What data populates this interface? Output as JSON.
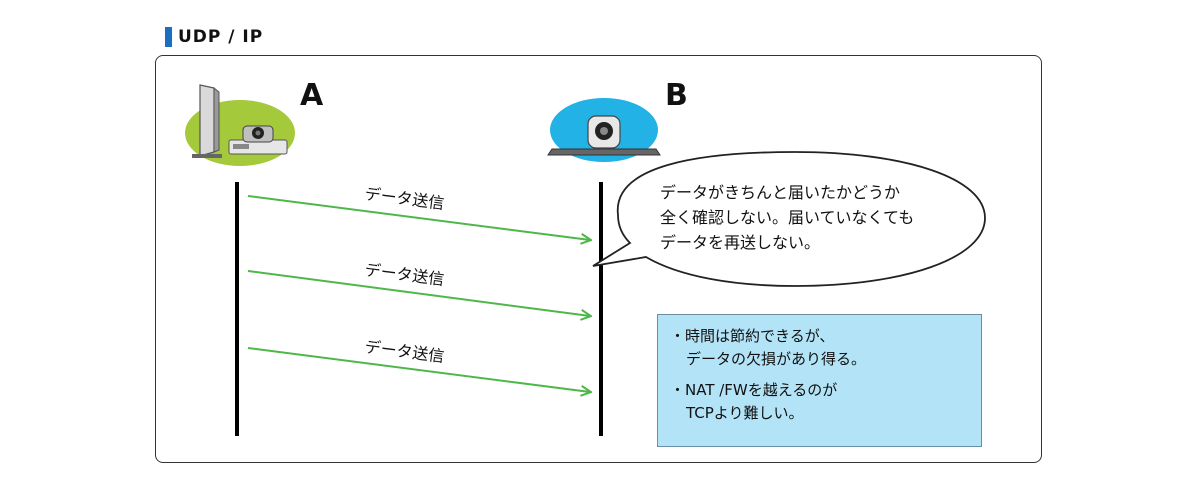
{
  "section_title": "UDP / IP",
  "nodes": {
    "a_label": "A",
    "b_label": "B"
  },
  "messages": [
    {
      "label": "データ送信"
    },
    {
      "label": "データ送信"
    },
    {
      "label": "データ送信"
    }
  ],
  "bubble": {
    "lines": [
      "データがきちんと届いたかどうか",
      "全く確認しない。届いていなくても",
      "データを再送しない。"
    ]
  },
  "notes": [
    {
      "line1": "・時間は節約できるが、",
      "line2": "データの欠損があり得る。"
    },
    {
      "line1": "・NAT /FWを越えるのが",
      "line2": "TCPより難しい。"
    }
  ],
  "colors": {
    "title_bar": "#1a6fc0",
    "node_a_ellipse": "#a4c93a",
    "node_b_ellipse": "#22b2e6",
    "arrow": "#4db848",
    "note_bg": "#b3e3f7"
  }
}
